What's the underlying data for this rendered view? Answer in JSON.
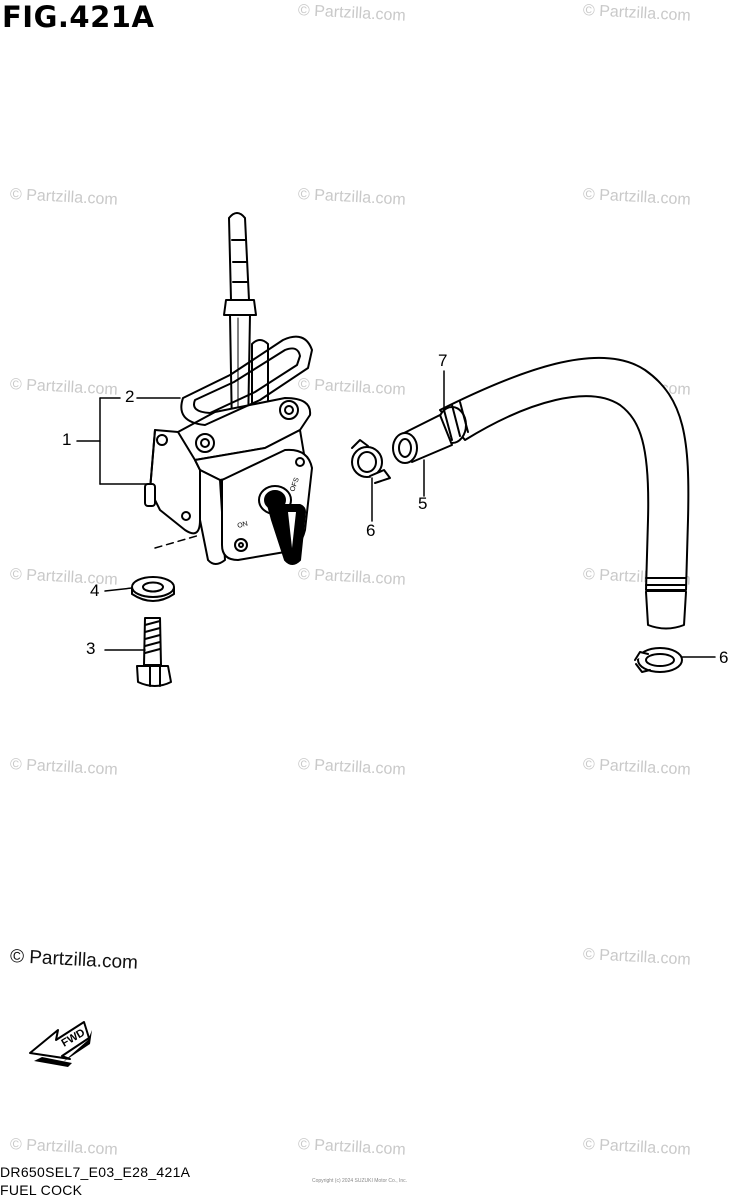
{
  "figure": {
    "title": "FIG.421A",
    "code": "DR650SEL7_E03_E28_421A",
    "caption": "FUEL COCK",
    "brand": "© Partzilla.com",
    "copyright_small": "Copyright (c) 2024 SUZUKI Motor Co., Inc."
  },
  "watermark": "© Partzilla.com",
  "callouts": {
    "c1": "1",
    "c2": "2",
    "c3": "3",
    "c4": "4",
    "c5": "5",
    "c6a": "6",
    "c6b": "6",
    "c7": "7"
  },
  "valve_marks": {
    "on": "ON",
    "off": "OFS"
  },
  "fwd_label": "FWD",
  "colors": {
    "line": "#000000",
    "watermark": "#c9c9c9",
    "background": "#ffffff"
  }
}
